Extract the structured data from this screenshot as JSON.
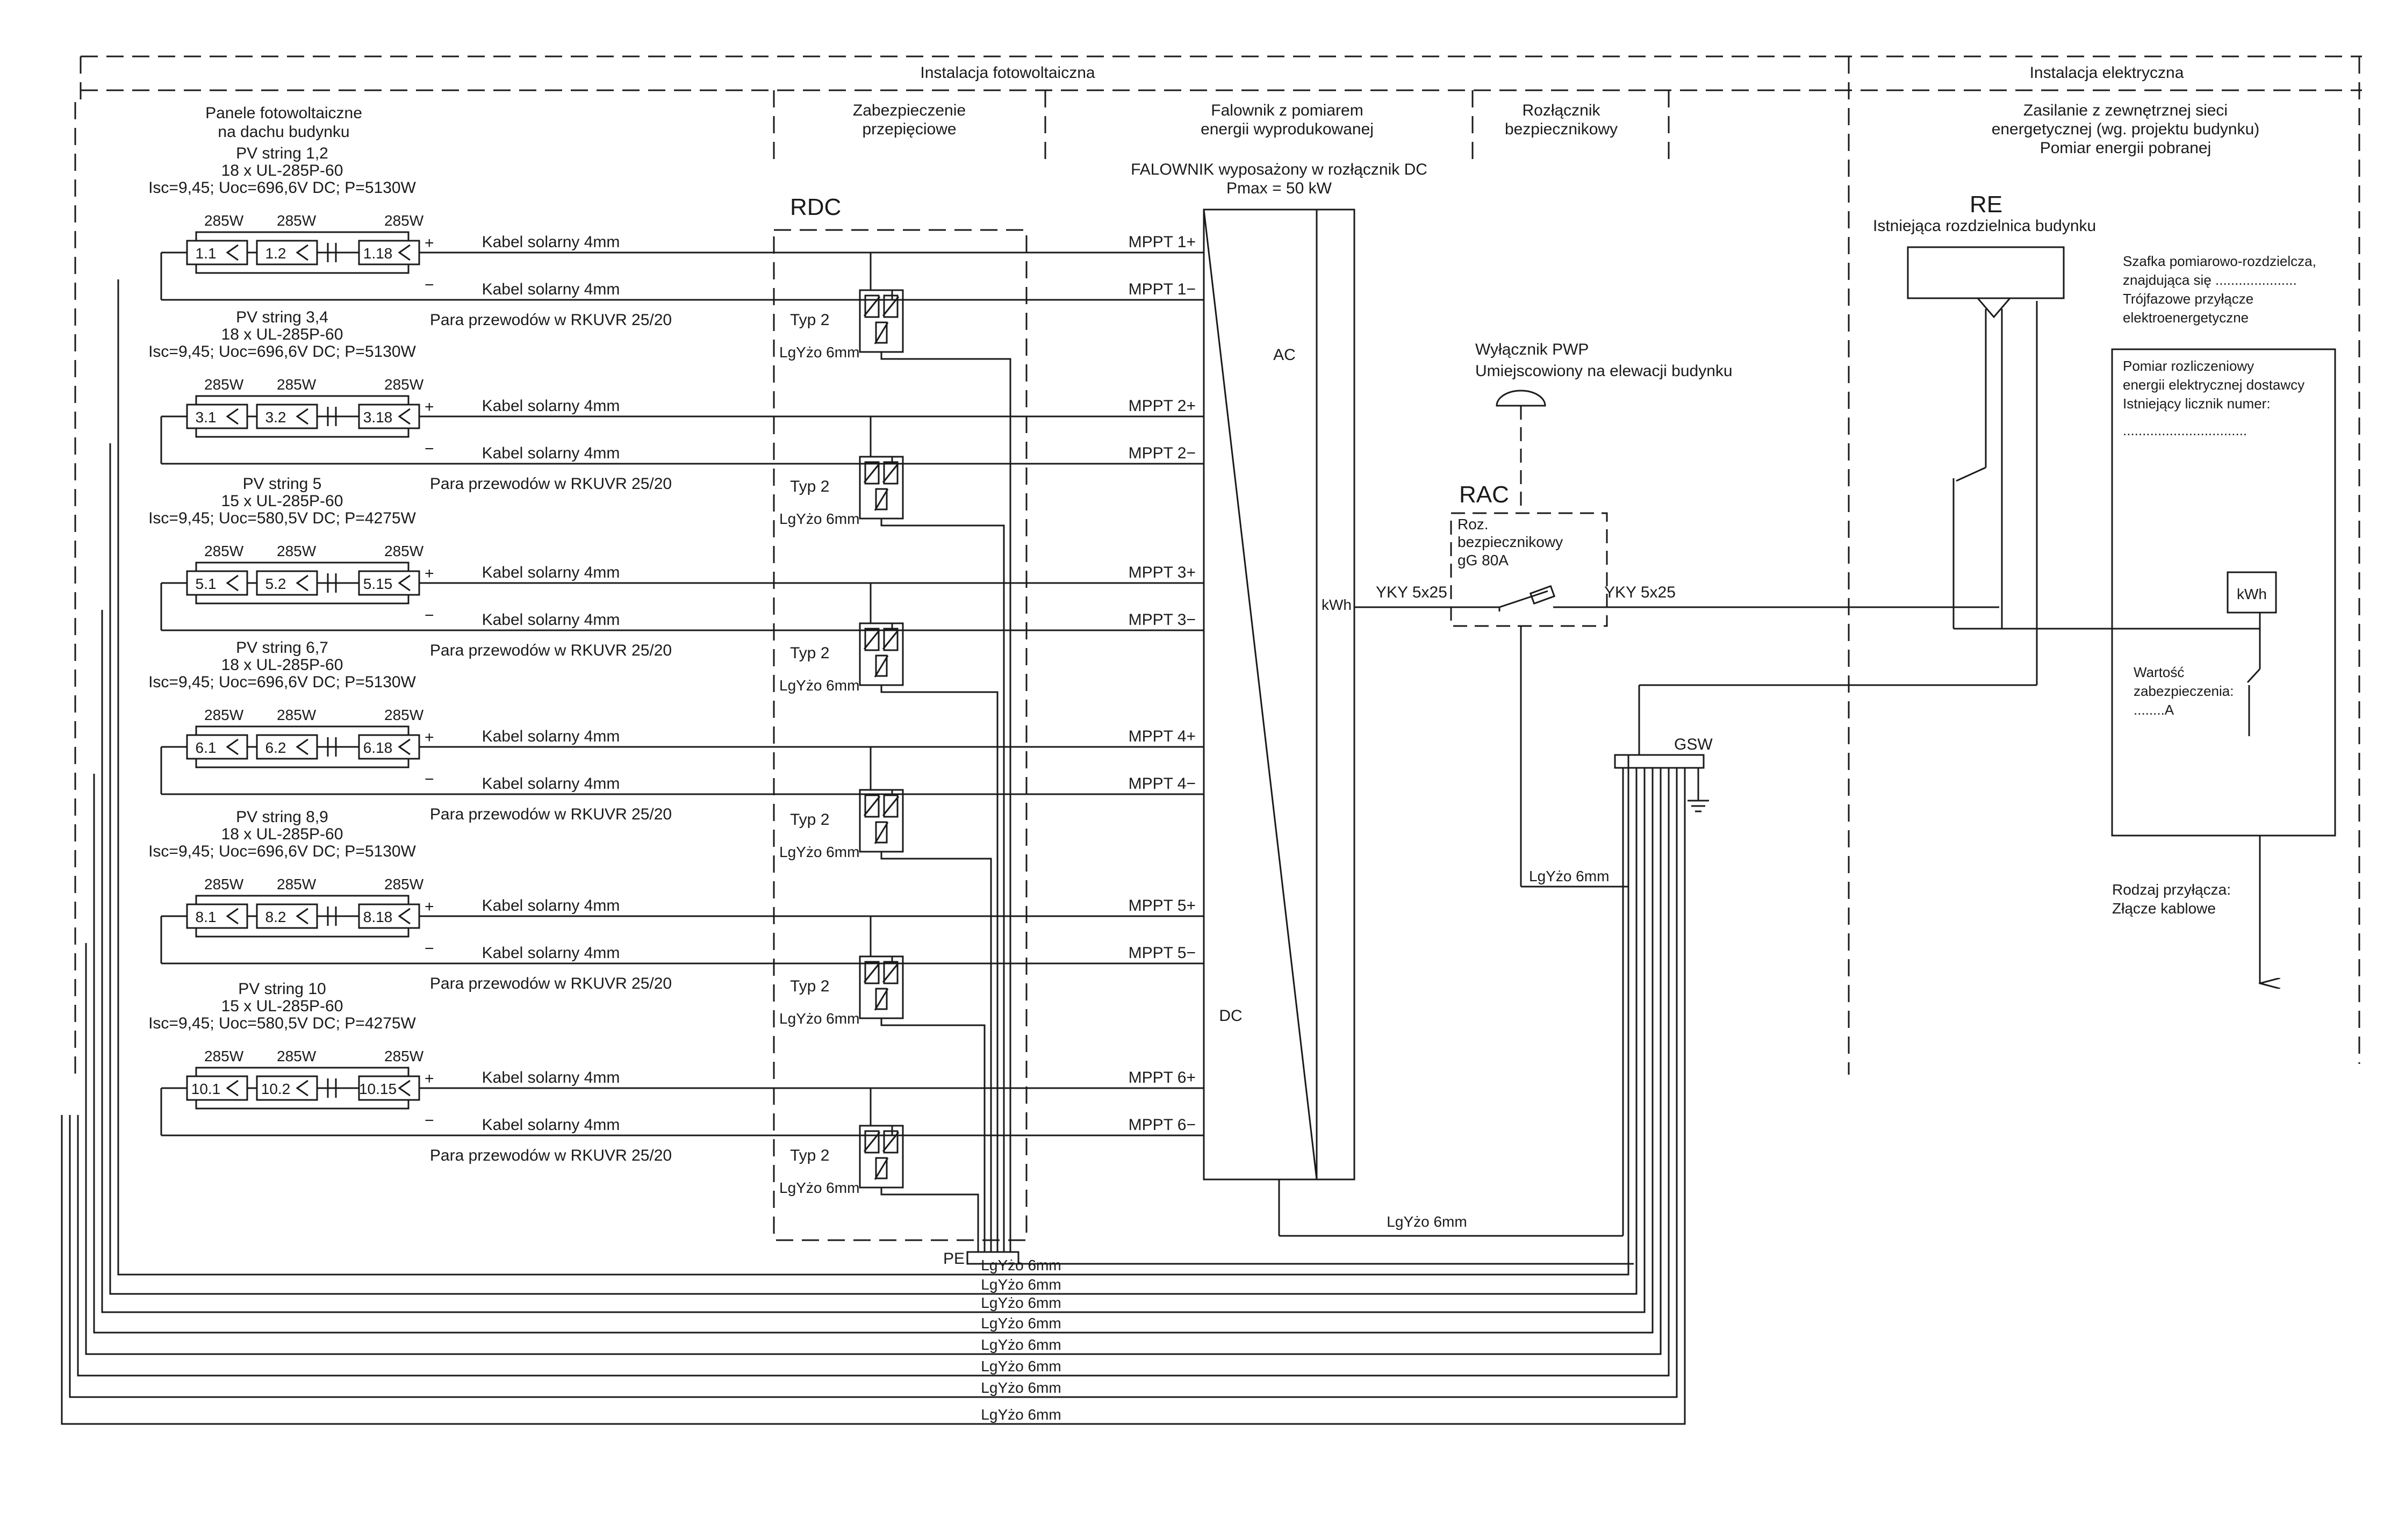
{
  "sections": {
    "pv_install": "Instalacja fotowoltaiczna",
    "el_install": "Instalacja elektryczna"
  },
  "columns": {
    "panels": [
      "Panele fotowoltaiczne",
      "na dachu budynku"
    ],
    "surge": [
      "Zabezpieczenie",
      "przepięciowe"
    ],
    "inverter": [
      "Falownik z pomiarem",
      "energii wyprodukowanej"
    ],
    "fuse_switch": [
      "Rozłącznik",
      "bezpiecznikowy"
    ],
    "supply": [
      "Zasilanie z zewnętrznej sieci",
      "energetycznej (wg. projektu budynku)",
      "Pomiar energii pobranej"
    ]
  },
  "strings": [
    {
      "name": "PV string 1,2",
      "count": "18 x UL-285P-60",
      "params": "Isc=9,45; Uoc=696,6V DC; P=5130W",
      "p1": "1.1",
      "p2": "1.2",
      "plast": "1.18",
      "mppt_plus": "MPPT 1+",
      "mppt_minus": "MPPT 1−"
    },
    {
      "name": "PV string 3,4",
      "count": "18 x UL-285P-60",
      "params": "Isc=9,45; Uoc=696,6V DC; P=5130W",
      "p1": "3.1",
      "p2": "3.2",
      "plast": "3.18",
      "mppt_plus": "MPPT 2+",
      "mppt_minus": "MPPT 2−"
    },
    {
      "name": "PV string 5",
      "count": "15 x UL-285P-60",
      "params": "Isc=9,45; Uoc=580,5V DC; P=4275W",
      "p1": "5.1",
      "p2": "5.2",
      "plast": "5.15",
      "mppt_plus": "MPPT 3+",
      "mppt_minus": "MPPT 3−"
    },
    {
      "name": "PV string 6,7",
      "count": "18 x UL-285P-60",
      "params": "Isc=9,45; Uoc=696,6V DC; P=5130W",
      "p1": "6.1",
      "p2": "6.2",
      "plast": "6.18",
      "mppt_plus": "MPPT 4+",
      "mppt_minus": "MPPT 4−"
    },
    {
      "name": "PV string 8,9",
      "count": "18 x UL-285P-60",
      "params": "Isc=9,45; Uoc=696,6V DC; P=5130W",
      "p1": "8.1",
      "p2": "8.2",
      "plast": "8.18",
      "mppt_plus": "MPPT 5+",
      "mppt_minus": "MPPT 5−"
    },
    {
      "name": "PV string 10",
      "count": "15 x UL-285P-60",
      "params": "Isc=9,45; Uoc=580,5V DC; P=4275W",
      "p1": "10.1",
      "p2": "10.2",
      "plast": "10.15",
      "mppt_plus": "MPPT 6+",
      "mppt_minus": "MPPT 6−"
    }
  ],
  "common": {
    "panel_power": "285W",
    "cable_solar": "Kabel solarny 4mm",
    "cable_pair": "Para przewodów w RKUVR 25/20",
    "spd_type": "Typ 2",
    "pe_cable": "LgYżo 6mm",
    "plus": "+",
    "minus": "−"
  },
  "rdc": {
    "title": "RDC"
  },
  "inverter": {
    "title": "FALOWNIK wyposażony w rozłącznik DC",
    "pmax": "Pmax = 50 kW",
    "ac": "AC",
    "dc": "DC",
    "kwh": "kWh"
  },
  "pwp": {
    "title": "Wyłącznik PWP",
    "desc": "Umiejscowiony na elewacji budynku"
  },
  "rac": {
    "title": "RAC",
    "l1": "Roz.",
    "l2": "bezpiecznikowy",
    "l3": "gG 80A"
  },
  "yky_in": "YKY 5x25",
  "yky_out": "YKY 5x25",
  "gsw": "GSW",
  "pe": "PE",
  "re": {
    "title": "RE",
    "desc": "Istniejąca rozdzielnica budynku"
  },
  "cabinet": {
    "l1": "Szafka pomiarowo-rozdzielcza,",
    "l2": "znajdująca się .....................",
    "l3": "Trójfazowe przyłącze",
    "l4": "elektroenergetyczne"
  },
  "meter_box": {
    "l1": "Pomiar rozliczeniowy",
    "l2": "energii elektrycznej dostawcy",
    "l3": "Istniejący licznik numer:",
    "l4": "................................",
    "kwh": "kWh",
    "f1": "Wartość",
    "f2": "zabezpieczenia:",
    "f3": "........A"
  },
  "connection": {
    "l1": "Rodzaj przyłącza:",
    "l2": "Złącze kablowe"
  }
}
